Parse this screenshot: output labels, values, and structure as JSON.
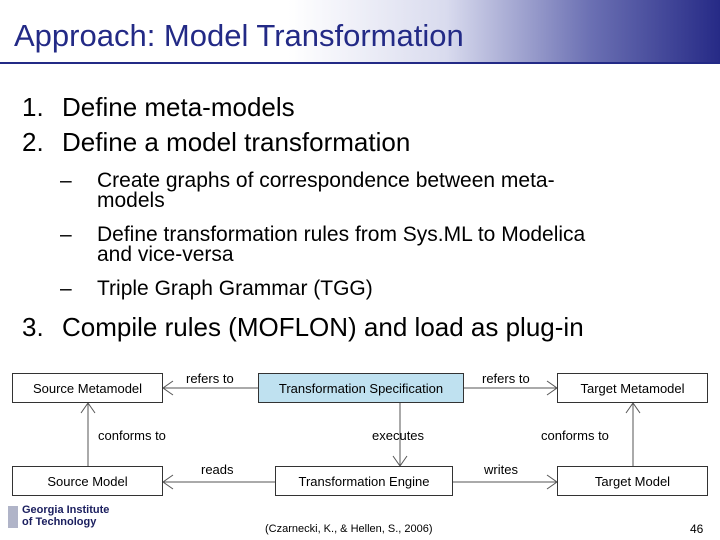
{
  "title": "Approach: Model Transformation",
  "items": [
    {
      "num": "1.",
      "text": "Define meta-models"
    },
    {
      "num": "2.",
      "text": "Define a model transformation"
    },
    {
      "num": "3.",
      "text": "Compile rules (MOFLON) and load as plug-in"
    }
  ],
  "subitems": [
    {
      "dash": "–",
      "line1": "Create graphs of correspondence between meta-",
      "line2": "models"
    },
    {
      "dash": "–",
      "line1": "Define transformation rules from Sys.ML to Modelica",
      "line2": "and vice-versa"
    },
    {
      "dash": "–",
      "line1": "Triple Graph Grammar (TGG)",
      "line2": ""
    }
  ],
  "diagram": {
    "source_metamodel": "Source Metamodel",
    "transformation_spec": "Transformation Specification",
    "target_metamodel": "Target Metamodel",
    "source_model": "Source Model",
    "transformation_engine": "Transformation Engine",
    "target_model": "Target Model",
    "refers_to_left": "refers to",
    "refers_to_right": "refers to",
    "conforms_to_left": "conforms to",
    "executes": "executes",
    "conforms_to_right": "conforms to",
    "reads": "reads",
    "writes": "writes"
  },
  "logo": {
    "line1": "Georgia Institute",
    "line2": "of Technology"
  },
  "citation": "(Czarnecki, K., & Hellen, S., 2006)",
  "page_number": "46",
  "colors": {
    "title": "#232a86",
    "spec_box": "#bfe1f0"
  }
}
